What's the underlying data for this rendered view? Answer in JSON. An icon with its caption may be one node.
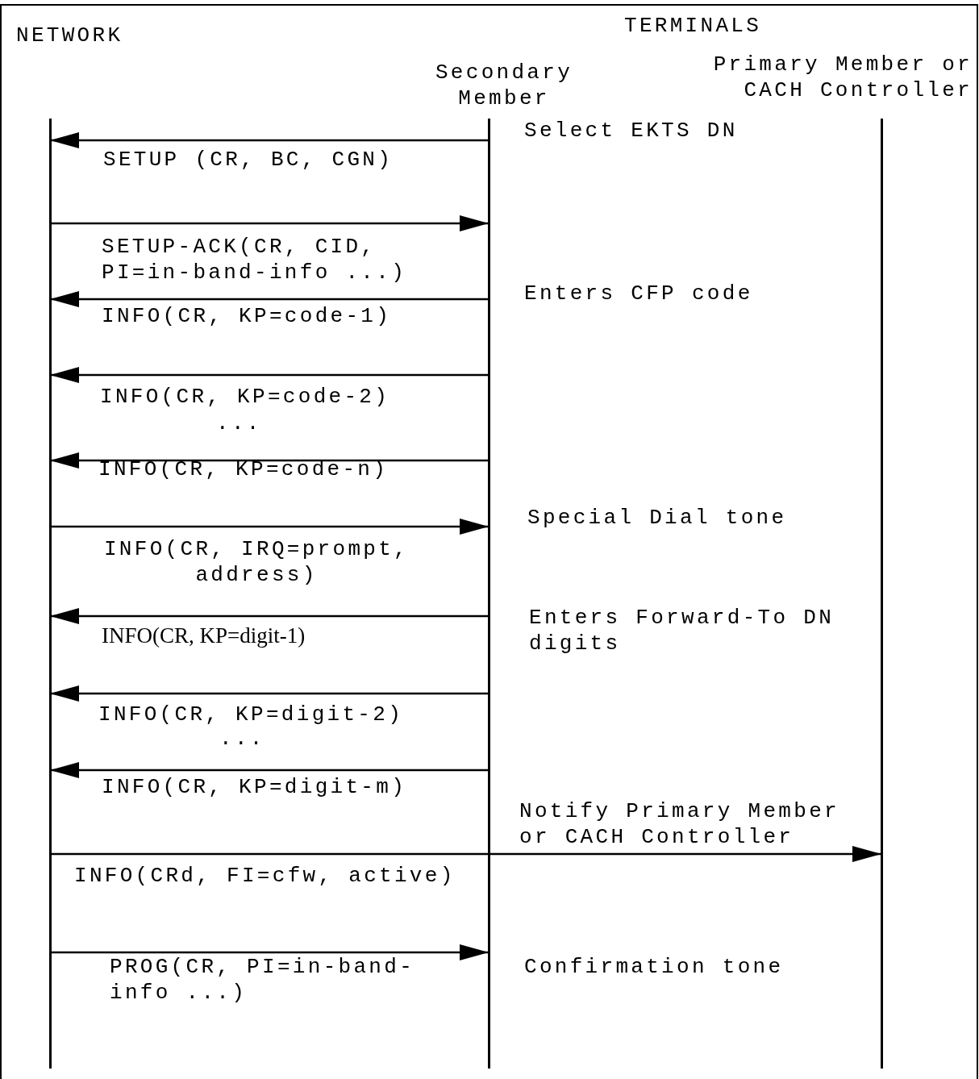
{
  "diagram": {
    "nodes": [
      {
        "text": [
          "NETWORK"
        ]
      },
      {
        "text": [
          "Secondary Member"
        ]
      },
      {
        "text": [
          "Primary Member or CACH Controller"
        ]
      }
    ],
    "edges": [
      {
        "from": 1,
        "to": 0,
        "arrow": "to",
        "label": "SETUP (CR, BC, CGN)"
      },
      {
        "from": 0,
        "to": 1,
        "arrow": "to",
        "label": "SETUP-ACK(CR, CID, PI=in-band-info ...)"
      },
      {
        "from": 1,
        "to": 0,
        "arrow": "to",
        "label": "INFO(CR, KP=code-1)"
      },
      {
        "from": 1,
        "to": 0,
        "arrow": "to",
        "label": "INFO(CR, KP=code-2)"
      },
      {
        "from": 1,
        "to": 0,
        "arrow": "to",
        "label": "INFO(CR, KP=code-n)"
      },
      {
        "from": 0,
        "to": 1,
        "arrow": "to",
        "label": "INFO(CR, IRQ=prompt, address)"
      },
      {
        "from": 1,
        "to": 0,
        "arrow": "to",
        "label": "INFO(CR, KP=digit-1)"
      },
      {
        "from": 1,
        "to": 0,
        "arrow": "to",
        "label": "INFO(CR, KP=digit-2)"
      },
      {
        "from": 1,
        "to": 0,
        "arrow": "to",
        "label": "INFO(CR, KP=digit-m)"
      },
      {
        "from": 0,
        "to": 2,
        "arrow": "to",
        "label": "INFO(CRd, FI=cfw, active)"
      },
      {
        "from": 0,
        "to": 1,
        "arrow": "to",
        "label": "PROG(CR, PI=in-band-info ...)"
      }
    ],
    "labels": [
      "TERMINALS",
      "Select EKTS DN",
      "Enters CFP code",
      "...",
      "Special Dial tone",
      "Enters Forward-To DN digits",
      "...",
      "Notify Primary Member or CACH Controller",
      "Confirmation tone"
    ]
  }
}
